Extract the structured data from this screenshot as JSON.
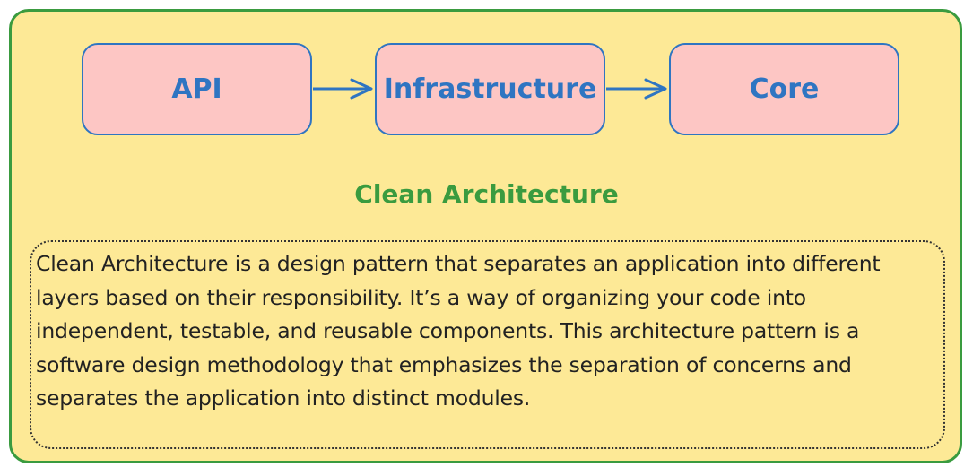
{
  "diagram": {
    "nodes": [
      {
        "id": "api",
        "label": "API"
      },
      {
        "id": "infrastructure",
        "label": "Infrastructure"
      },
      {
        "id": "core",
        "label": "Core"
      }
    ],
    "edges": [
      {
        "from": "api",
        "to": "infrastructure"
      },
      {
        "from": "infrastructure",
        "to": "core"
      }
    ],
    "title": "Clean Architecture",
    "description": "Clean Architecture is a design pattern that separates an application into different layers based on their responsibility. It’s a way of organizing your code into independent, testable, and reusable components. This architecture pattern is a software design methodology that emphasizes the separation of concerns and separates the application into distinct modules."
  },
  "colors": {
    "frame_fill": "#fde996",
    "frame_border": "#3a9b3f",
    "node_fill": "#fdc6c4",
    "node_border": "#2f75c2",
    "arrow": "#2f75c2",
    "title": "#3a9b3f"
  }
}
